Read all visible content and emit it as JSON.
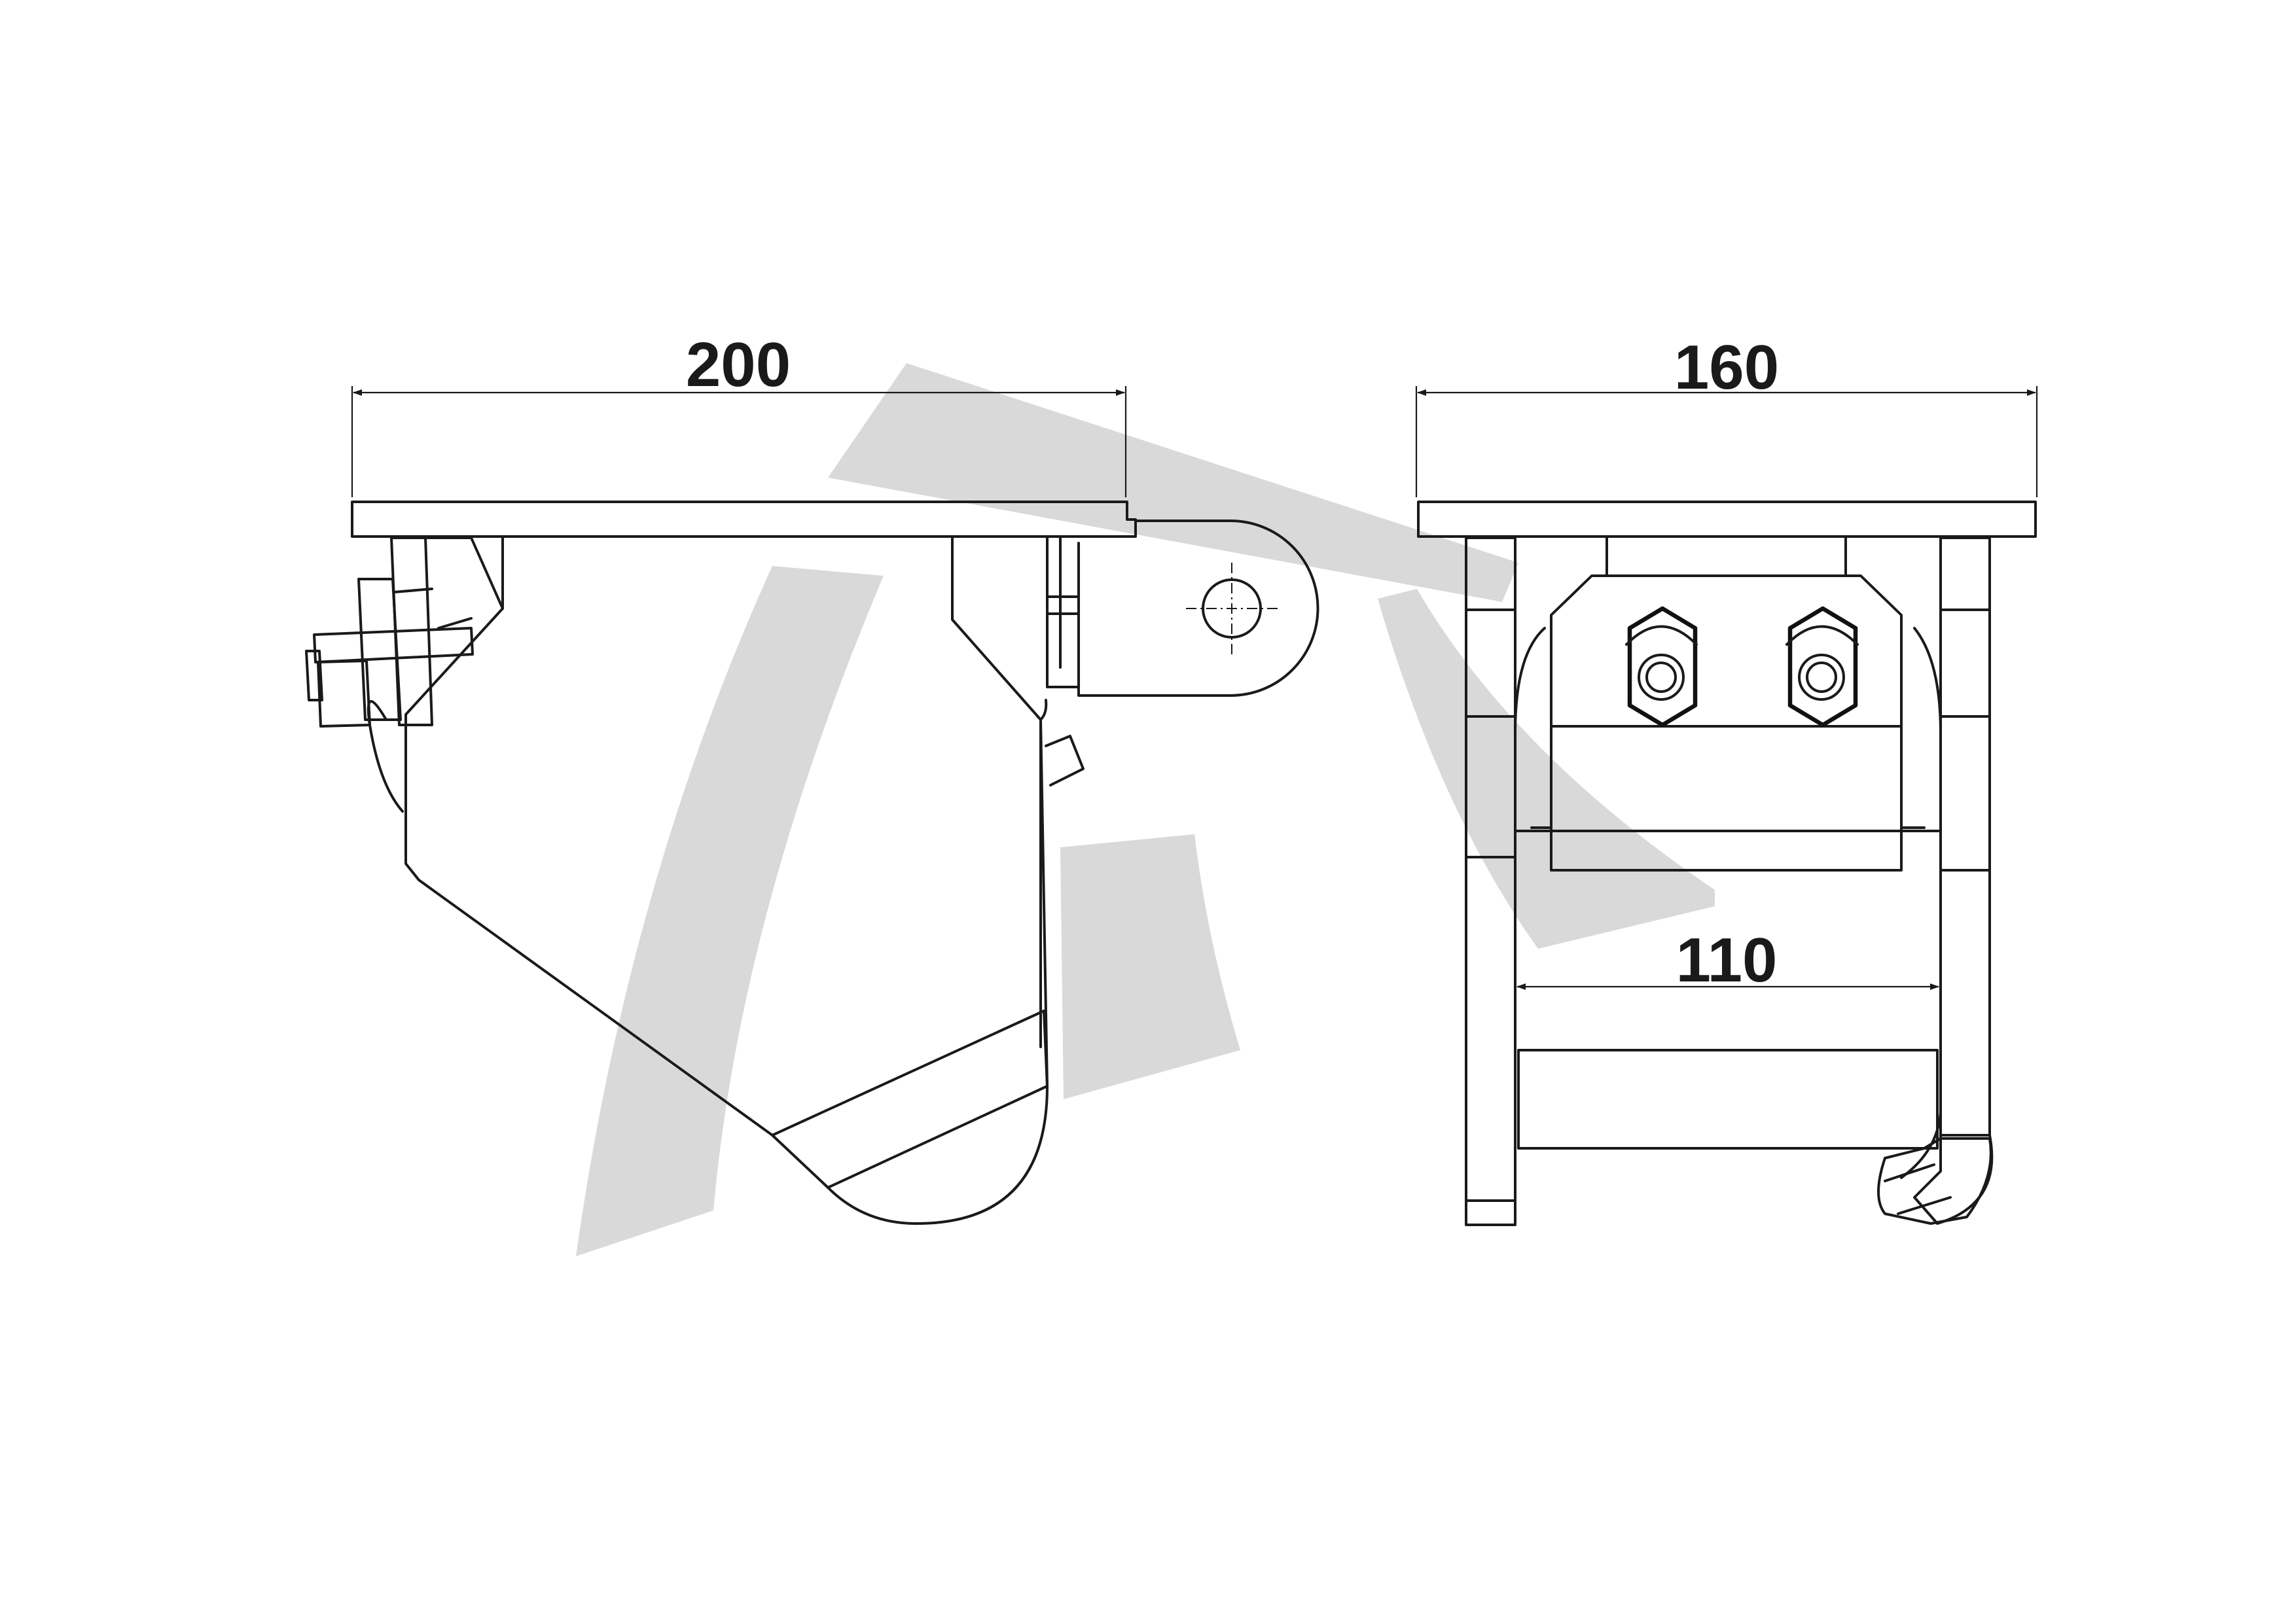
{
  "drawing": {
    "side_view": {
      "width_dimension": "200"
    },
    "front_view": {
      "width_dimension": "160",
      "inner_dimension": "110"
    },
    "watermark": {
      "monogram": "TT"
    }
  }
}
